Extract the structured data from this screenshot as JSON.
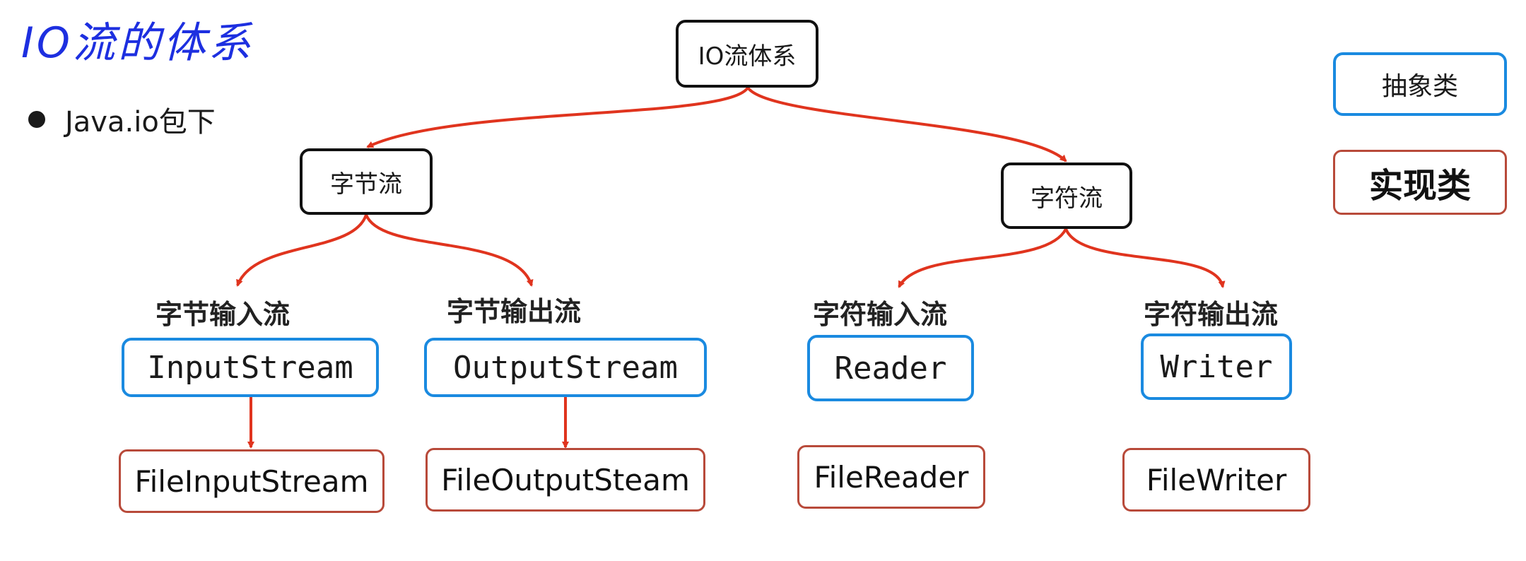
{
  "page": {
    "title": "IO流的体系",
    "bullet": "Java.io包下"
  },
  "diagram": {
    "root": "IO流体系",
    "byte_stream": "字节流",
    "char_stream": "字符流",
    "branches": {
      "byte_input": "字节输入流",
      "byte_output": "字节输出流",
      "char_input": "字符输入流",
      "char_output": "字符输出流"
    },
    "abstract_classes": {
      "input_stream": "InputStream",
      "output_stream": "OutputStream",
      "reader": "Reader",
      "writer": "Writer"
    },
    "impl_classes": {
      "file_input_stream": "FileInputStream",
      "file_output_steam": "FileOutputSteam",
      "file_reader": "FileReader",
      "file_writer": "FileWriter"
    }
  },
  "legend": {
    "abstract": "抽象类",
    "impl": "实现类"
  },
  "colors": {
    "title": "#1d2fe0",
    "arrow": "#e0341e",
    "abstract_border": "#1a8ae0",
    "impl_border": "#b84a3a",
    "node_border": "#111111"
  }
}
